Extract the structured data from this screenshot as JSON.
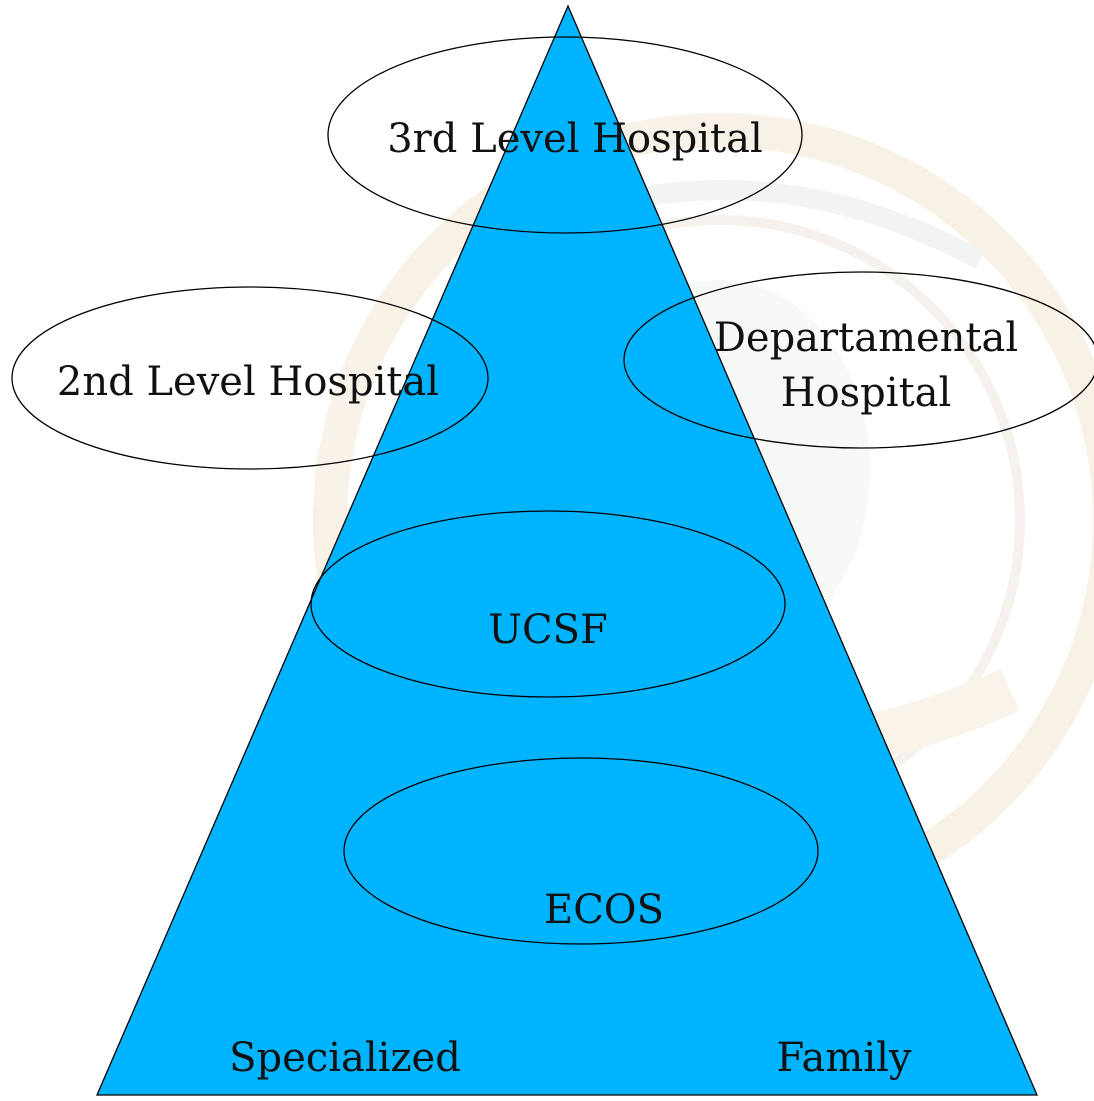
{
  "diagram": {
    "levels": {
      "third_level_hospital": "3rd Level Hospital",
      "second_level_hospital": "2nd Level Hospital",
      "departamental_hospital_line1": "Departamental",
      "departamental_hospital_line2": "Hospital",
      "ucsf": "UCSF",
      "ecos": "ECOS"
    },
    "base_labels": {
      "left": "Specialized",
      "right": "Family"
    }
  },
  "colors": {
    "pyramid_fill": "#00b4ff",
    "outline": "#000000"
  }
}
